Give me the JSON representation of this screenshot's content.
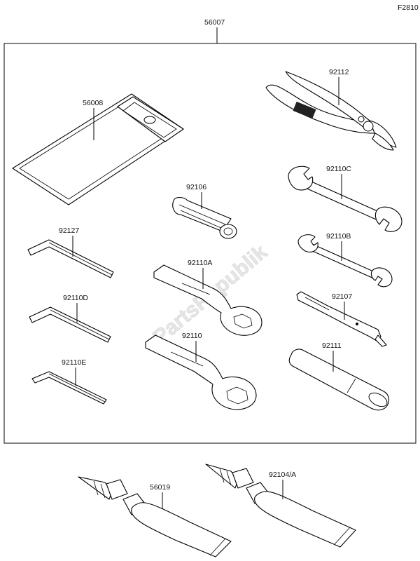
{
  "figure_code": "F2810",
  "watermark": "PartsRepublik",
  "parts": {
    "kit": "56007",
    "pouch": "56008",
    "pliers": "92112",
    "wrench_c": "92110C",
    "socket": "92106",
    "hex_key_1": "92127",
    "wrench_b": "92110B",
    "box_wrench_a": "92110A",
    "hex_key_d": "92110D",
    "screwdriver": "92107",
    "box_wrench": "92110",
    "hex_key_e": "92110E",
    "handle": "92111",
    "tube_1": "56019",
    "tube_2": "92104/A"
  }
}
